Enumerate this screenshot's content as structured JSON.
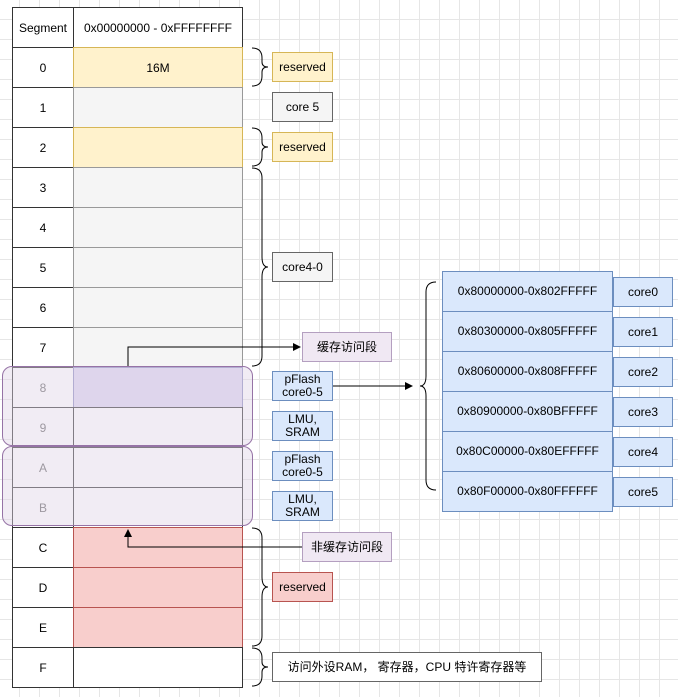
{
  "header": {
    "segment_label": "Segment",
    "range_label": "0x00000000 - 0xFFFFFFFF"
  },
  "rows": [
    {
      "seg": "0",
      "content": "16M"
    },
    {
      "seg": "1",
      "content": ""
    },
    {
      "seg": "2",
      "content": ""
    },
    {
      "seg": "3",
      "content": ""
    },
    {
      "seg": "4",
      "content": ""
    },
    {
      "seg": "5",
      "content": ""
    },
    {
      "seg": "6",
      "content": ""
    },
    {
      "seg": "7",
      "content": ""
    },
    {
      "seg": "8",
      "content": ""
    },
    {
      "seg": "9",
      "content": ""
    },
    {
      "seg": "A",
      "content": ""
    },
    {
      "seg": "B",
      "content": ""
    },
    {
      "seg": "C",
      "content": ""
    },
    {
      "seg": "D",
      "content": ""
    },
    {
      "seg": "E",
      "content": ""
    },
    {
      "seg": "F",
      "content": ""
    }
  ],
  "labels": {
    "seg0": "reserved",
    "seg1": "core 5",
    "seg2": "reserved",
    "seg3_7": "core4-0",
    "seg8": "pFlash\ncore0-5",
    "seg9": "LMU,\nSRAM",
    "segA": "pFlash\ncore0-5",
    "segB": "LMU,\nSRAM",
    "segCE": "reserved",
    "segF": "访问外设RAM， 寄存器，CPU 特许寄存器等"
  },
  "callouts": {
    "cached": "缓存访问段",
    "uncached": "非缓存访问段"
  },
  "pflash_map": [
    {
      "range": "0x80000000-0x802FFFFF",
      "core": "core0"
    },
    {
      "range": "0x80300000-0x805FFFFF",
      "core": "core1"
    },
    {
      "range": "0x80600000-0x808FFFFF",
      "core": "core2"
    },
    {
      "range": "0x80900000-0x80BFFFFF",
      "core": "core3"
    },
    {
      "range": "0x80C00000-0x80EFFFFF",
      "core": "core4"
    },
    {
      "range": "0x80F00000-0x80FFFFFF",
      "core": "core5"
    }
  ]
}
